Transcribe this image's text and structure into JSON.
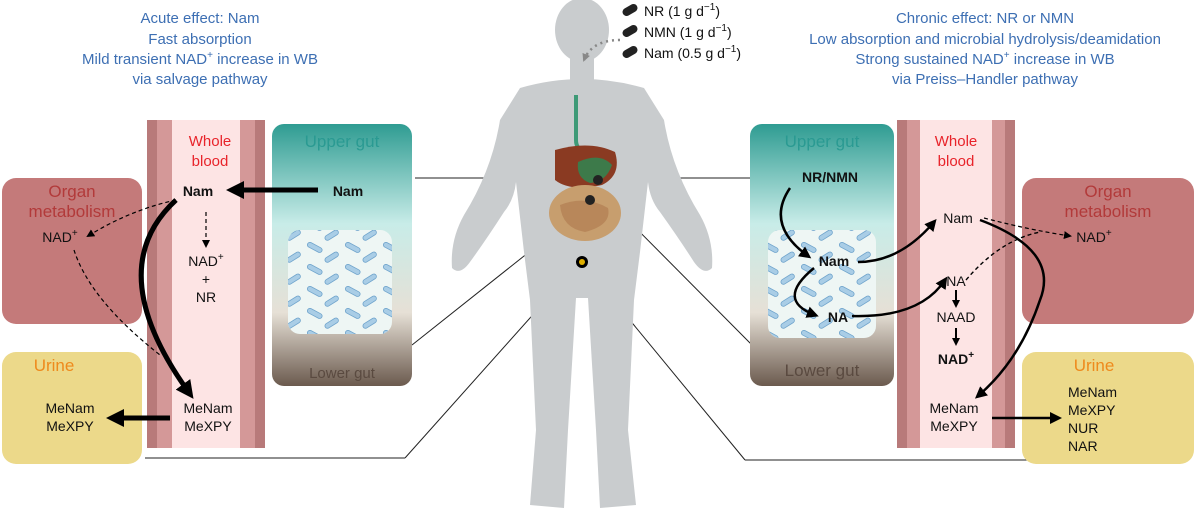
{
  "left": {
    "title": "Acute effect: Nam",
    "subtitle1": "Fast absorption",
    "subtitle2_a": "Mild transient NAD",
    "subtitle2_sup": "+",
    "subtitle2_b": " increase in WB",
    "subtitle3": "via salvage pathway",
    "organ_line1": "Organ",
    "organ_line2": "metabolism",
    "organ_nad": "NAD",
    "organ_nad_sup": "+",
    "blood_line1": "Whole",
    "blood_line2": "blood",
    "blood_nam": "Nam",
    "blood_nad": "NAD",
    "blood_nad_sup": "+",
    "blood_plus": "+",
    "blood_nr": "NR",
    "blood_menam": "MeNam",
    "blood_mexpy": "MeXPY",
    "upper_gut": "Upper gut",
    "gut_nam": "Nam",
    "lower_gut": "Lower gut",
    "urine": "Urine",
    "urine_menam": "MeNam",
    "urine_mexpy": "MeXPY"
  },
  "center": {
    "dose1": "NR (1 g d",
    "dose1_sup": "−1",
    "dose2": "NMN (1 g d",
    "dose2_sup": "−1",
    "dose3": "Nam (0.5 g d",
    "dose3_sup": "−1",
    "close_paren": ")"
  },
  "right": {
    "title": "Chronic effect: NR or NMN",
    "subtitle1": "Low absorption and microbial hydrolysis/deamidation",
    "subtitle2_a": "Strong sustained NAD",
    "subtitle2_sup": "+",
    "subtitle2_b": " increase in WB",
    "subtitle3": "via Preiss–Handler pathway",
    "upper_gut": "Upper gut",
    "gut_nrnmn": "NR/NMN",
    "gut_nam": "Nam",
    "gut_na": "NA",
    "lower_gut": "Lower gut",
    "blood_line1": "Whole",
    "blood_line2": "blood",
    "blood_nam": "Nam",
    "blood_na": "NA",
    "blood_naad": "NAAD",
    "blood_nad": "NAD",
    "blood_nad_sup": "+",
    "blood_menam": "MeNam",
    "blood_mexpy": "MeXPY",
    "organ_line1": "Organ",
    "organ_line2": "metabolism",
    "organ_nad": "NAD",
    "organ_nad_sup": "+",
    "urine": "Urine",
    "urine_items": [
      "MeNam",
      "MeXPY",
      "NUR",
      "NAR"
    ]
  },
  "colors": {
    "title_blue": "#3d6fb3",
    "blood_red": "#e8232a",
    "organ_red": "#b23a3a",
    "gut_teal": "#2a9a92",
    "urine_orange": "#ee8a1c",
    "vessel_wall": "#b87a7a",
    "blood_fill": "#fde4e4",
    "organ_fill": "#c47a7a",
    "urine_fill": "#ecd98a",
    "body_gray": "#c9ccce"
  }
}
